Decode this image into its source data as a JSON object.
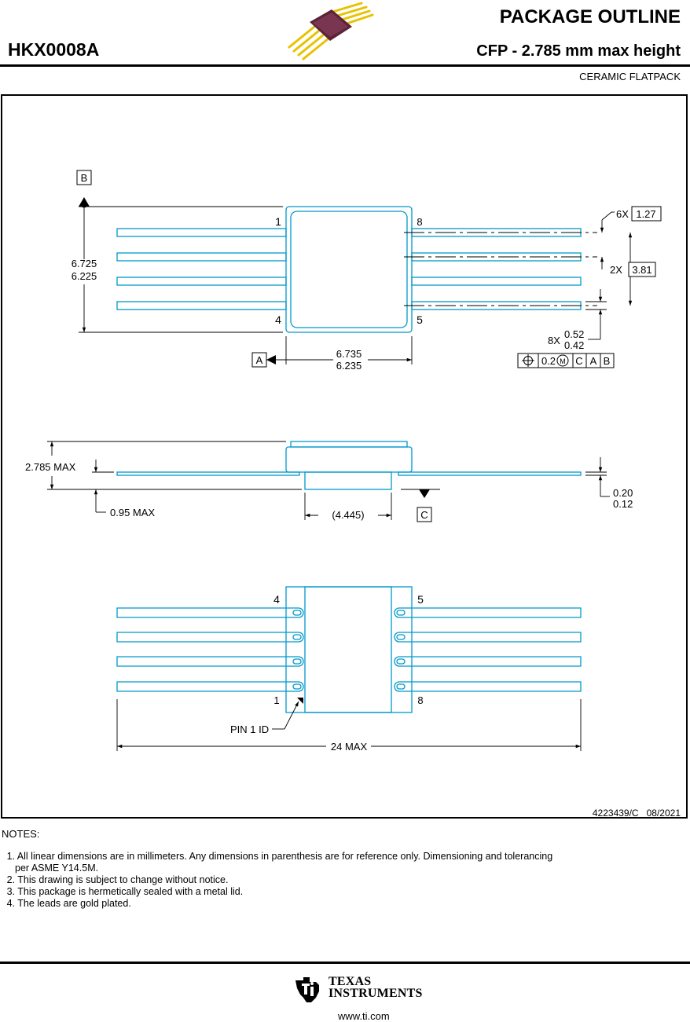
{
  "header": {
    "package_id": "HKX0008A",
    "title": "PACKAGE OUTLINE",
    "subtitle": "CFP - 2.785 mm max height",
    "package_type": "CERAMIC FLATPACK"
  },
  "top_view": {
    "datum_a": "A",
    "datum_b": "B",
    "height_max": "6.725",
    "height_min": "6.225",
    "width_max": "6.735",
    "width_min": "6.235",
    "pin_top_left": "1",
    "pin_bottom_left": "4",
    "pin_top_right": "8",
    "pin_bottom_right": "5",
    "pitch_count": "6X",
    "pitch_value": "1.27",
    "span_count": "2X",
    "span_value": "3.81",
    "lead_count": "8X",
    "lead_width_max": "0.52",
    "lead_width_min": "0.42",
    "fcf_tolerance": "0.2",
    "fcf_modifier": "M",
    "fcf_datum_1": "C",
    "fcf_datum_2": "A",
    "fcf_datum_3": "B"
  },
  "side_view": {
    "height_label": "2.785 MAX",
    "standoff_label": "0.95 MAX",
    "body_ref_label": "(4.445)",
    "datum_c": "C",
    "thickness_max": "0.20",
    "thickness_min": "0.12"
  },
  "bottom_view": {
    "pin_top_left": "4",
    "pin_top_right": "5",
    "pin_bottom_left": "1",
    "pin_bottom_right": "8",
    "pin1_id_label": "PIN 1 ID",
    "overall_length_label": "24 MAX"
  },
  "drawing_number": "4223439/C",
  "drawing_date": "08/2021",
  "notes": {
    "title": "NOTES:",
    "items": [
      {
        "num": "1.",
        "line1": "All linear dimensions are in millimeters. Any dimensions in parenthesis are for reference only. Dimensioning and tolerancing",
        "line2": "per ASME Y14.5M."
      },
      {
        "num": "2.",
        "line1": "This drawing is subject to change without notice."
      },
      {
        "num": "3.",
        "line1": "This package is hermetically sealed with a metal lid."
      },
      {
        "num": "4.",
        "line1": "The leads are gold plated."
      }
    ]
  },
  "footer": {
    "brand_line1": "TEXAS",
    "brand_line2": "INSTRUMENTS",
    "url": "www.ti.com"
  },
  "colors": {
    "outline": "#0099cc",
    "lead_gold": "#e8c200",
    "body_ceramic": "#5a2338"
  }
}
